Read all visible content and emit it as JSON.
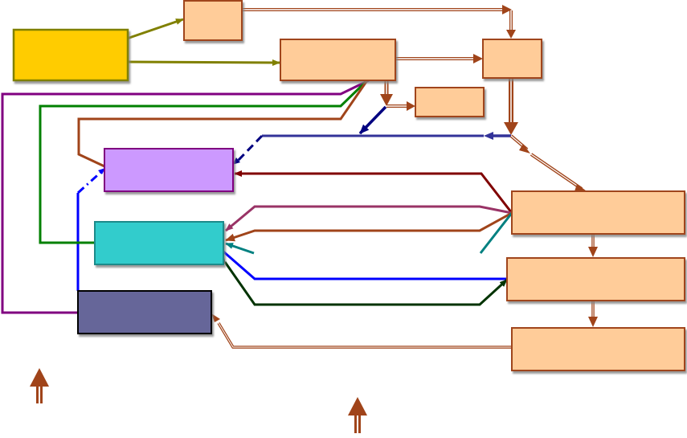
{
  "diagram": {
    "title": "",
    "colors": {
      "source_fill": "#ffcc00",
      "source_stroke": "#808000",
      "stage_fill": "#ffcc99",
      "stage_stroke": "#a0441a",
      "violet_fill": "#cc99ff",
      "violet_stroke": "#800080",
      "teal_fill": "#33cccc",
      "teal_stroke": "#1a8a8a",
      "slate_fill": "#666699",
      "slate_stroke": "#000000",
      "olive": "#808000",
      "brown": "#a0441a",
      "purple": "#800080",
      "green": "#008000",
      "navy": "#000080",
      "indigo": "#333399",
      "maroon": "#800000",
      "plum": "#993366",
      "cyan_dark": "#008080",
      "blue": "#0000ff",
      "dark_green": "#003300"
    },
    "nodes": [
      {
        "id": "source",
        "label": ""
      },
      {
        "id": "top-small",
        "label": ""
      },
      {
        "id": "center-wide",
        "label": ""
      },
      {
        "id": "right-top",
        "label": ""
      },
      {
        "id": "mid-small",
        "label": ""
      },
      {
        "id": "violet",
        "label": ""
      },
      {
        "id": "teal",
        "label": ""
      },
      {
        "id": "slate",
        "label": ""
      },
      {
        "id": "right-1",
        "label": ""
      },
      {
        "id": "right-2",
        "label": ""
      },
      {
        "id": "right-3",
        "label": ""
      }
    ],
    "edges": [
      {
        "from": "source",
        "to": "top-small"
      },
      {
        "from": "source",
        "to": "center-wide"
      },
      {
        "from": "top-small",
        "to": "right-top"
      },
      {
        "from": "center-wide",
        "to": "right-top"
      },
      {
        "from": "center-wide",
        "to": "mid-small"
      },
      {
        "from": "center-wide",
        "to": "violet"
      },
      {
        "from": "right-top",
        "to": "right-1"
      },
      {
        "from": "right-top",
        "to": "violet"
      },
      {
        "from": "right-1",
        "to": "violet"
      },
      {
        "from": "right-1",
        "to": "teal"
      },
      {
        "from": "right-1",
        "to": "right-2"
      },
      {
        "from": "right-2",
        "to": "right-3"
      },
      {
        "from": "teal",
        "to": "right-2"
      },
      {
        "from": "right-3",
        "to": "slate"
      },
      {
        "from": "slate",
        "to": "violet"
      },
      {
        "from": "slate",
        "to": "center-wide"
      },
      {
        "from": "teal",
        "to": "center-wide"
      }
    ],
    "marker_arrows": [
      {
        "id": "left-up-arrow",
        "direction": "up"
      },
      {
        "id": "center-up-arrow",
        "direction": "up"
      }
    ]
  }
}
